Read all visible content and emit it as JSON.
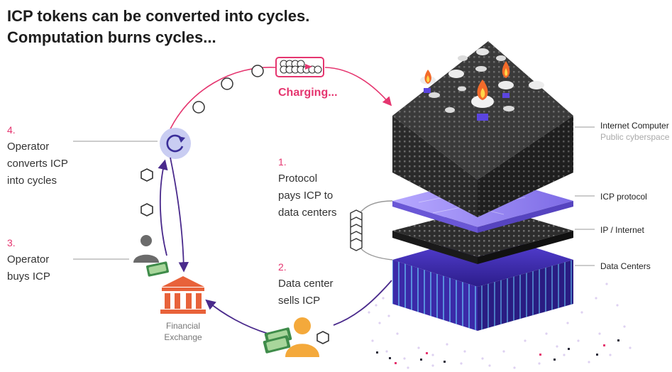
{
  "title": {
    "line1": "ICP tokens can be converted into cycles.",
    "line2": "Computation burns cycles..."
  },
  "charging_label": "Charging...",
  "steps": {
    "step1": {
      "num": "1.",
      "lines": [
        "Protocol",
        "pays ICP to",
        "data centers"
      ]
    },
    "step2": {
      "num": "2.",
      "lines": [
        "Data center",
        "sells ICP"
      ]
    },
    "step3": {
      "num": "3.",
      "lines": [
        "Operator",
        "buys ICP"
      ]
    },
    "step4": {
      "num": "4.",
      "lines": [
        "Operator",
        "converts ICP",
        "into cycles"
      ]
    }
  },
  "layers": {
    "internet_computer": "Internet Computer",
    "public_cyberspace": "Public cyberspace",
    "icp_protocol": "ICP protocol",
    "ip_internet": "IP / Internet",
    "data_centers": "Data Centers"
  },
  "financial_exchange": {
    "line1": "Financial",
    "line2": "Exchange"
  },
  "colors": {
    "accent_pink": "#e5356f",
    "purple": "#4a2a8c",
    "exchange_orange": "#e8623a",
    "person_orange": "#f4a93b",
    "cube_dark": "#2a2a2a",
    "layer_purple": "#8e7cf0",
    "money_green": "#3f8c4a"
  },
  "icons": [
    "convert-cycle-icon",
    "cycle-token-icon",
    "icp-token-icon",
    "operator-person-icon",
    "data-center-person-icon",
    "bank-icon",
    "money-icon",
    "flame-icon",
    "canister-icon",
    "globe-icon"
  ]
}
